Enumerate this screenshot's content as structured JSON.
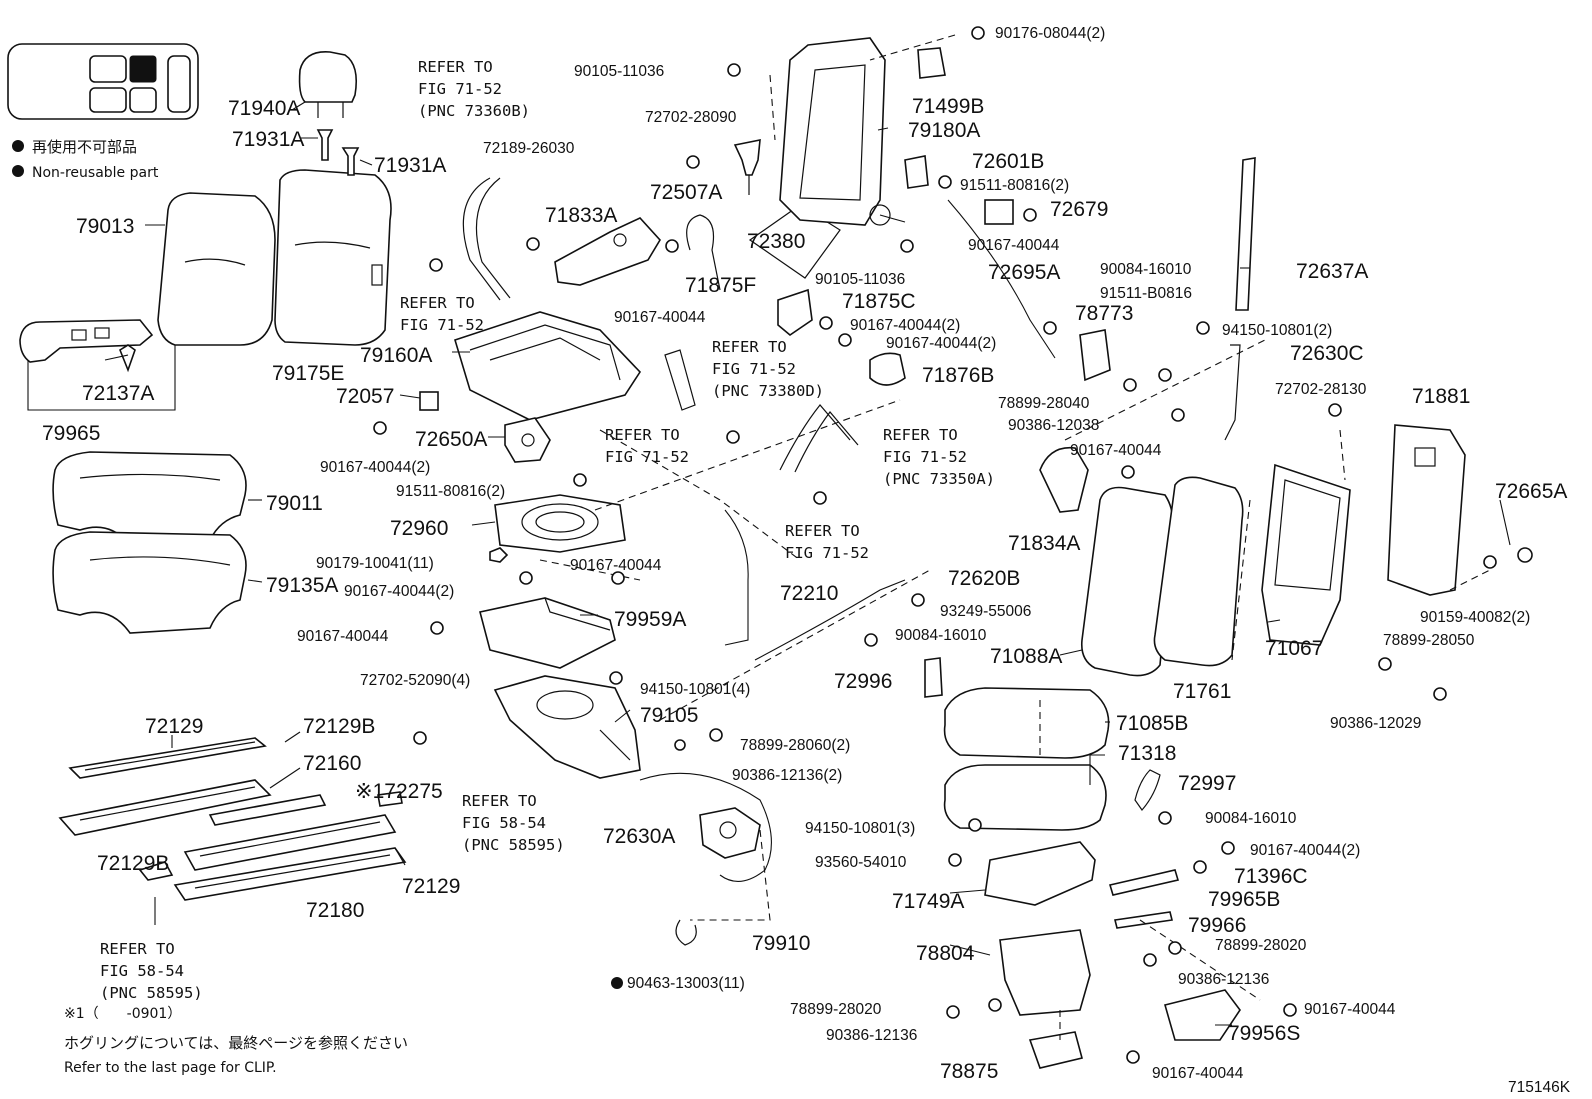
{
  "legend": {
    "non_reusable_jp": "再使用不可部品",
    "non_reusable_en": "Non-reusable part"
  },
  "figure_code": "715146K",
  "footnote_symbol": "※1（　　-0901）",
  "clip_note_jp": "ホグリングについては、最終ページを参照ください",
  "clip_note_en": "Refer to the last page for CLIP.",
  "labels": [
    {
      "id": "71940A",
      "text": "71940A"
    },
    {
      "id": "71931A-1",
      "text": "71931A"
    },
    {
      "id": "71931A-2",
      "text": "71931A"
    },
    {
      "id": "79013",
      "text": "79013"
    },
    {
      "id": "79175E",
      "text": "79175E"
    },
    {
      "id": "72137A",
      "text": "72137A"
    },
    {
      "id": "79965",
      "text": "79965"
    },
    {
      "id": "79011",
      "text": "79011"
    },
    {
      "id": "79135A",
      "text": "79135A"
    },
    {
      "id": "79160A",
      "text": "79160A"
    },
    {
      "id": "72057",
      "text": "72057"
    },
    {
      "id": "72650A",
      "text": "72650A"
    },
    {
      "id": "71833A",
      "text": "71833A"
    },
    {
      "id": "72507A",
      "text": "72507A"
    },
    {
      "id": "72380",
      "text": "72380"
    },
    {
      "id": "71875F",
      "text": "71875F"
    },
    {
      "id": "71875C",
      "text": "71875C"
    },
    {
      "id": "71876B",
      "text": "71876B"
    },
    {
      "id": "71499B",
      "text": "71499B"
    },
    {
      "id": "79180A",
      "text": "79180A"
    },
    {
      "id": "72601B",
      "text": "72601B"
    },
    {
      "id": "72679",
      "text": "72679"
    },
    {
      "id": "72695A",
      "text": "72695A"
    },
    {
      "id": "78773",
      "text": "78773"
    },
    {
      "id": "72637A",
      "text": "72637A"
    },
    {
      "id": "72630C",
      "text": "72630C"
    },
    {
      "id": "71881",
      "text": "71881"
    },
    {
      "id": "72665A",
      "text": "72665A"
    },
    {
      "id": "71834A",
      "text": "71834A"
    },
    {
      "id": "72960",
      "text": "72960"
    },
    {
      "id": "79959A",
      "text": "79959A"
    },
    {
      "id": "72210",
      "text": "72210"
    },
    {
      "id": "72620B",
      "text": "72620B"
    },
    {
      "id": "72996",
      "text": "72996"
    },
    {
      "id": "71088A",
      "text": "71088A"
    },
    {
      "id": "71761",
      "text": "71761"
    },
    {
      "id": "71067",
      "text": "71067"
    },
    {
      "id": "79105",
      "text": "79105"
    },
    {
      "id": "71085B",
      "text": "71085B"
    },
    {
      "id": "71318",
      "text": "71318"
    },
    {
      "id": "72997",
      "text": "72997"
    },
    {
      "id": "72129-1",
      "text": "72129"
    },
    {
      "id": "72129B-1",
      "text": "72129B"
    },
    {
      "id": "72160",
      "text": "72160"
    },
    {
      "id": "72275",
      "text": "※172275"
    },
    {
      "id": "72129B-2",
      "text": "72129B"
    },
    {
      "id": "72129-2",
      "text": "72129"
    },
    {
      "id": "72180",
      "text": "72180"
    },
    {
      "id": "72630A",
      "text": "72630A"
    },
    {
      "id": "79910",
      "text": "79910"
    },
    {
      "id": "71749A",
      "text": "71749A"
    },
    {
      "id": "71396C",
      "text": "71396C"
    },
    {
      "id": "79965B",
      "text": "79965B"
    },
    {
      "id": "79966",
      "text": "79966"
    },
    {
      "id": "78804",
      "text": "78804"
    },
    {
      "id": "79956S",
      "text": "79956S"
    },
    {
      "id": "78875",
      "text": "78875"
    }
  ],
  "part_numbers": [
    {
      "id": "pn1",
      "text": "90176-08044(2)"
    },
    {
      "id": "pn2",
      "text": "90105-11036"
    },
    {
      "id": "pn3",
      "text": "72702-28090"
    },
    {
      "id": "pn4",
      "text": "72189-26030"
    },
    {
      "id": "pn5",
      "text": "91511-80816(2)"
    },
    {
      "id": "pn6",
      "text": "90167-40044"
    },
    {
      "id": "pn7",
      "text": "90105-11036"
    },
    {
      "id": "pn8",
      "text": "90084-16010"
    },
    {
      "id": "pn9",
      "text": "91511-B0816"
    },
    {
      "id": "pn10",
      "text": "90167-40044"
    },
    {
      "id": "pn11",
      "text": "90167-40044(2)"
    },
    {
      "id": "pn12",
      "text": "90167-40044(2)"
    },
    {
      "id": "pn13",
      "text": "94150-10801(2)"
    },
    {
      "id": "pn14",
      "text": "72702-28130"
    },
    {
      "id": "pn15",
      "text": "78899-28040"
    },
    {
      "id": "pn16",
      "text": "90386-12038"
    },
    {
      "id": "pn17",
      "text": "90167-40044"
    },
    {
      "id": "pn18",
      "text": "90167-40044(2)"
    },
    {
      "id": "pn19",
      "text": "91511-80816(2)"
    },
    {
      "id": "pn20",
      "text": "90179-10041(11)"
    },
    {
      "id": "pn21",
      "text": "90167-40044"
    },
    {
      "id": "pn22",
      "text": "90167-40044(2)"
    },
    {
      "id": "pn23",
      "text": "90167-40044"
    },
    {
      "id": "pn24",
      "text": "93249-55006"
    },
    {
      "id": "pn25",
      "text": "90084-16010"
    },
    {
      "id": "pn26",
      "text": "90159-40082(2)"
    },
    {
      "id": "pn27",
      "text": "78899-28050"
    },
    {
      "id": "pn28",
      "text": "90386-12029"
    },
    {
      "id": "pn29",
      "text": "72702-52090(4)"
    },
    {
      "id": "pn30",
      "text": "94150-10801(4)"
    },
    {
      "id": "pn31",
      "text": "78899-28060(2)"
    },
    {
      "id": "pn32",
      "text": "90386-12136(2)"
    },
    {
      "id": "pn33",
      "text": "90084-16010"
    },
    {
      "id": "pn34",
      "text": "94150-10801(3)"
    },
    {
      "id": "pn35",
      "text": "90167-40044(2)"
    },
    {
      "id": "pn36",
      "text": "93560-54010"
    },
    {
      "id": "pn37",
      "text": "78899-28020"
    },
    {
      "id": "pn38",
      "text": "90386-12136"
    },
    {
      "id": "pn39",
      "text": "90463-13003(11)"
    },
    {
      "id": "pn40",
      "text": "78899-28020"
    },
    {
      "id": "pn41",
      "text": "90386-12136"
    },
    {
      "id": "pn42",
      "text": "90167-40044"
    },
    {
      "id": "pn43",
      "text": "90167-40044"
    }
  ],
  "refs": [
    {
      "id": "r1",
      "lines": [
        "REFER TO",
        "FIG 71-52",
        "(PNC 73360B)"
      ]
    },
    {
      "id": "r2",
      "lines": [
        "REFER TO",
        "FIG 71-52"
      ]
    },
    {
      "id": "r3",
      "lines": [
        "REFER TO",
        "FIG 71-52",
        "(PNC 73380D)"
      ]
    },
    {
      "id": "r4",
      "lines": [
        "REFER TO",
        "FIG 71-52"
      ]
    },
    {
      "id": "r5",
      "lines": [
        "REFER TO",
        "FIG 71-52",
        "(PNC 73350A)"
      ]
    },
    {
      "id": "r6",
      "lines": [
        "REFER TO",
        "FIG 71-52"
      ]
    },
    {
      "id": "r7",
      "lines": [
        "REFER TO",
        "FIG 58-54",
        "(PNC 58595)"
      ]
    },
    {
      "id": "r8",
      "lines": [
        "REFER TO",
        "FIG 58-54",
        "(PNC 58595)"
      ]
    }
  ]
}
